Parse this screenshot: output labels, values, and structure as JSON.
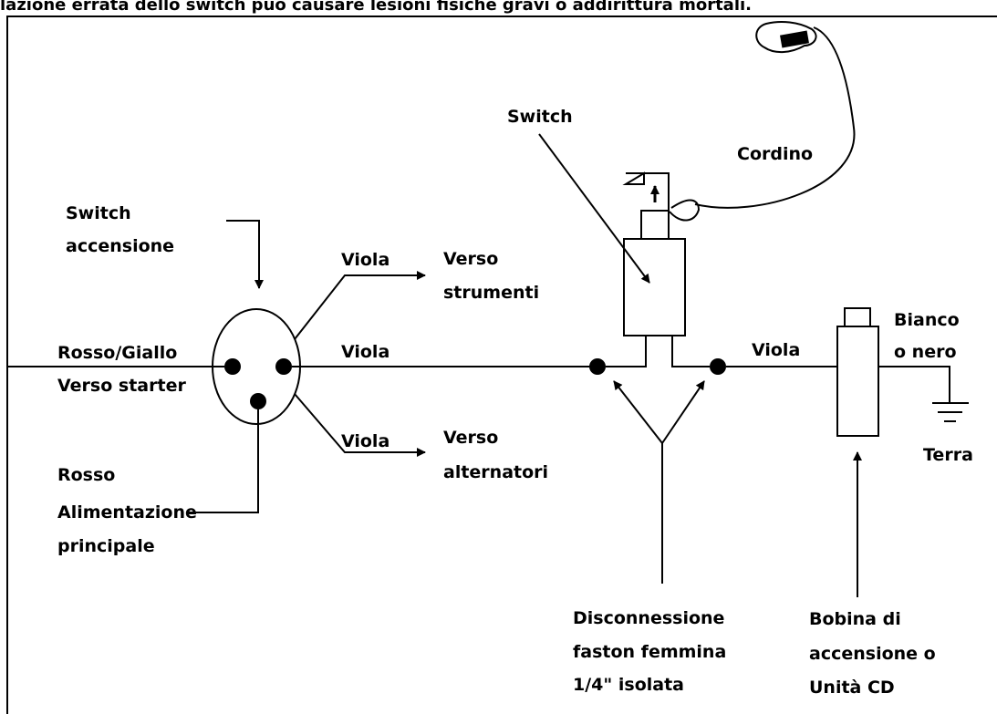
{
  "header": {
    "warning_text": "lazione errata dello switch può causare lesioni fisiche gravi o addirittura mortali."
  },
  "labels": {
    "switch_accensione_line1": "Switch",
    "switch_accensione_line2": "accensione",
    "rosso_giallo": "Rosso/Giallo",
    "verso_starter": "Verso starter",
    "rosso": "Rosso",
    "alimentazione": "Alimentazione",
    "principale": "principale",
    "viola_top": "Viola",
    "verso_strumenti_line1": "Verso",
    "verso_strumenti_line2": "strumenti",
    "viola_mid": "Viola",
    "viola_bottom": "Viola",
    "verso_alternatori_line1": "Verso",
    "verso_alternatori_line2": "alternatori",
    "switch": "Switch",
    "cordino": "Cordino",
    "viola_right": "Viola",
    "bianco_line1": "Bianco",
    "bianco_line2": "o nero",
    "terra": "Terra",
    "disconnessione_line1": "Disconnessione",
    "disconnessione_line2": "faston femmina",
    "disconnessione_line3": "1/4\" isolata",
    "bobina_line1": "Bobina di",
    "bobina_line2": "accensione o",
    "bobina_line3": "Unità CD"
  },
  "colors": {
    "ink": "#000000",
    "background": "#ffffff"
  }
}
